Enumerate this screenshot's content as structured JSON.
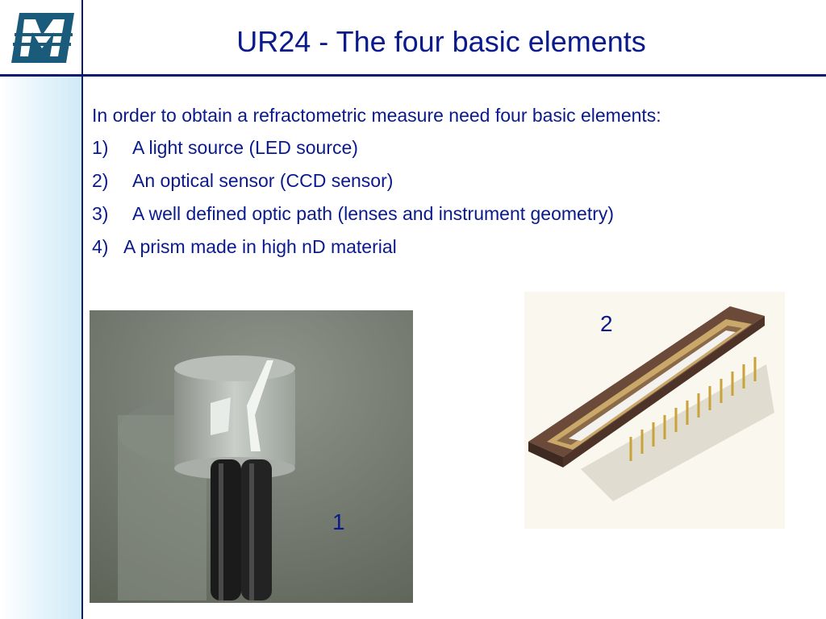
{
  "slide": {
    "title": "UR24 - The four basic elements",
    "intro": "In order to obtain a refractometric measure need four basic elements:",
    "items": [
      {
        "number": "1)",
        "text": "A light source (LED source)"
      },
      {
        "number": "2)",
        "text": "An optical sensor (CCD sensor)"
      },
      {
        "number": "3)",
        "text": "A well defined optic path (lenses and instrument geometry)"
      },
      {
        "number": "4)",
        "text": "A prism made in high nD material"
      }
    ]
  },
  "figures": {
    "led_label": "1",
    "ccd_label": "2"
  },
  "colors": {
    "text": "#0a1a8c",
    "rule": "#0a1a70",
    "logo": "#1a5a7a"
  }
}
